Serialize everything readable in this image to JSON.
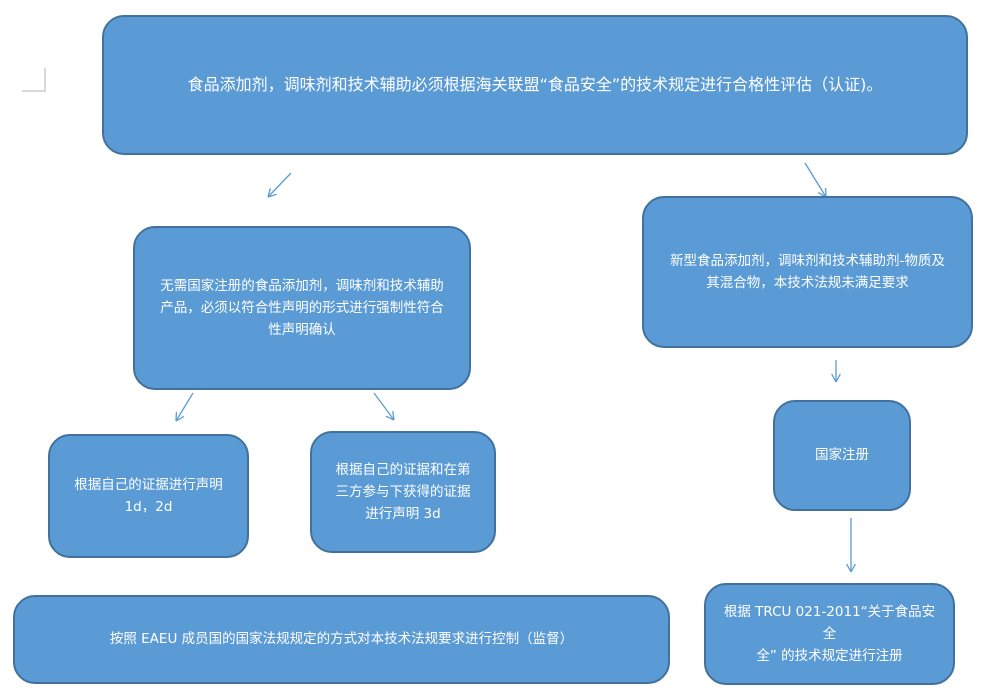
{
  "colors": {
    "box_fill": "#5b9bd5",
    "box_border": "#41719c",
    "arrow": "#5b9bd5",
    "text": "#ffffff"
  },
  "nodes": {
    "top": "食品添加剂，调味剂和技术辅助必须根据海关联盟“食品安全”的技术规定进行合格性评估（认证)。",
    "declaration": "无需国家注册的食品添加剂，调味剂和技术辅助\n产品，必须以符合性声明的形式进行强制性符合\n性声明确认",
    "own_evidence": "根据自己的证据进行声明\n1d，2d",
    "third_party": "根据自己的证据和在第\n三方参与下获得的证据\n进行声明  3d",
    "control": "按照 EAEU 成员国的国家法规规定的方式对本技术法规要求进行控制（监督）",
    "new_products": "新型食品添加剂，调味剂和技术辅助剂-物质及\n其混合物，本技术法规未满足要求",
    "state_registration": "国家注册",
    "trcu_registration": "根据  TRCU 021-2011“关于食品安全\n全”  的技术规定进行注册"
  },
  "links": [
    {
      "from": "top",
      "to": "declaration"
    },
    {
      "from": "top",
      "to": "new_products"
    },
    {
      "from": "declaration",
      "to": "own_evidence"
    },
    {
      "from": "declaration",
      "to": "third_party"
    },
    {
      "from": "new_products",
      "to": "state_registration"
    },
    {
      "from": "state_registration",
      "to": "trcu_registration"
    }
  ]
}
